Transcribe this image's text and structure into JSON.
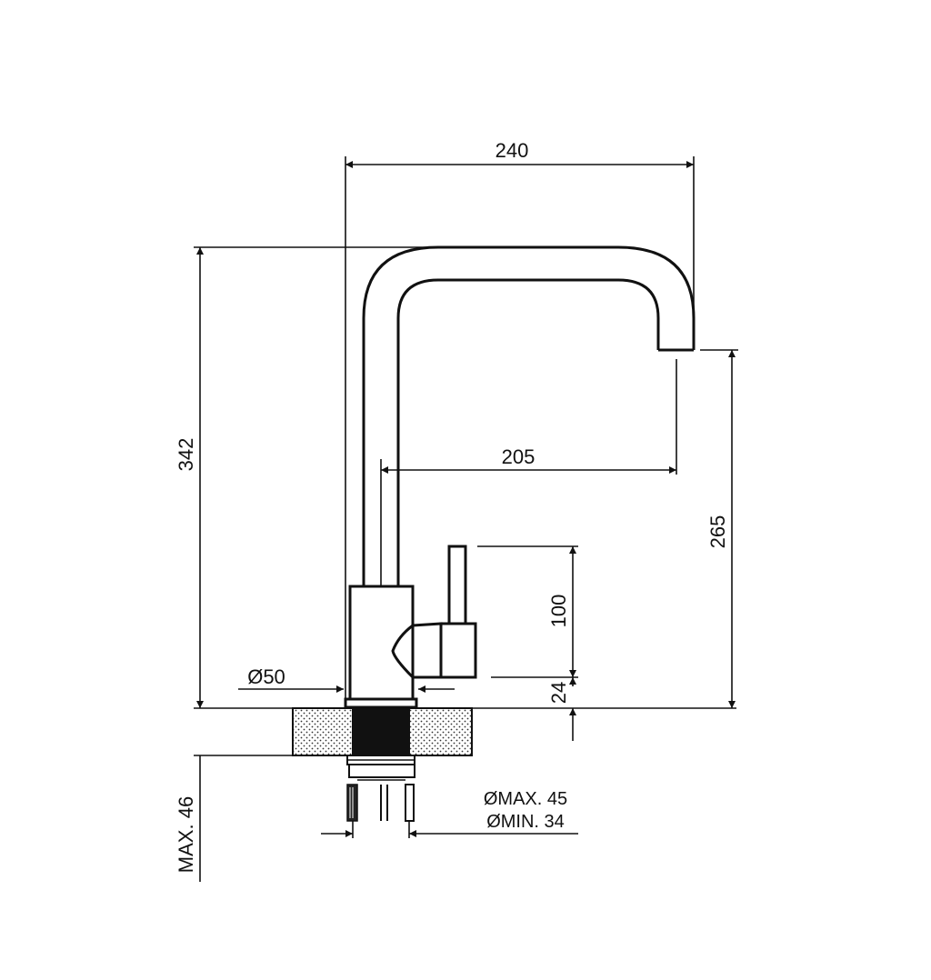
{
  "dimensions": {
    "overall_width": "240",
    "overall_height": "342",
    "spout_reach": "205",
    "spout_height": "265",
    "handle_height": "100",
    "base_to_handle": "24",
    "base_diameter": "Ø50",
    "max_thickness": "MAX. 46",
    "hole_max": "ØMAX. 45",
    "hole_min": "ØMIN. 34"
  },
  "colors": {
    "line": "#111111",
    "paper": "#ffffff"
  }
}
